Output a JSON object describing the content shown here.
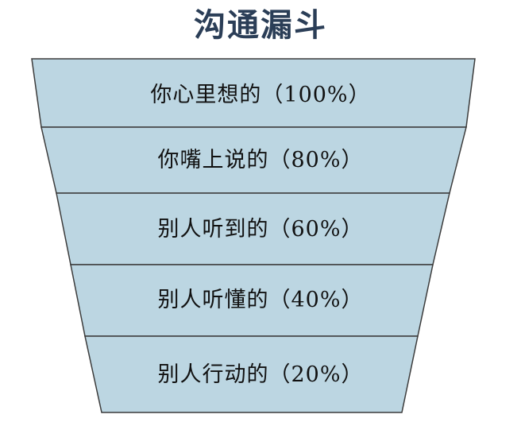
{
  "title": "沟通漏斗",
  "colors": {
    "fill": "#bcd6e2",
    "stroke": "#3c3c3c",
    "title": "#2b3e57"
  },
  "levels": [
    {
      "label": "你心里想的（100%）",
      "percent": 100
    },
    {
      "label": "你嘴上说的（80%）",
      "percent": 80
    },
    {
      "label": "别人听到的（60%）",
      "percent": 60
    },
    {
      "label": "别人听懂的（40%）",
      "percent": 40
    },
    {
      "label": "别人行动的（20%）",
      "percent": 20
    }
  ]
}
